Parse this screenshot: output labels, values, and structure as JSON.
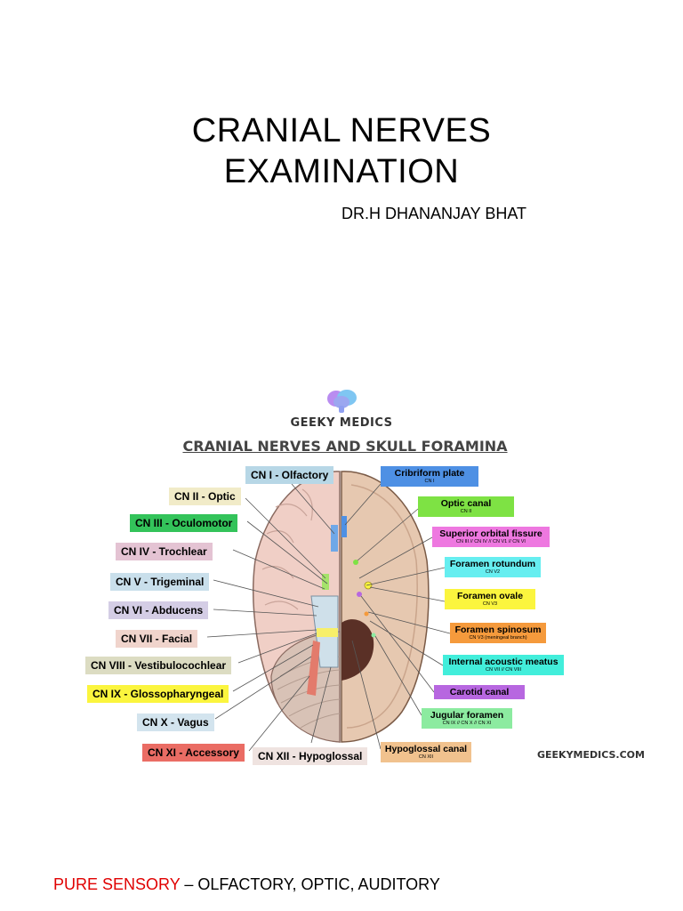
{
  "slide": {
    "title_line1": "CRANIAL NERVES",
    "title_line2": "EXAMINATION",
    "author": "DR.H DHANANJAY BHAT"
  },
  "figure": {
    "brand": "GEEKY MEDICS",
    "heading": "CRANIAL NERVES AND SKULL FORAMINA",
    "website": "GEEKYMEDICS.COM",
    "nerves": [
      {
        "label": "CN I - Olfactory",
        "color": "#b7d7e6"
      },
      {
        "label": "CN II - Optic",
        "color": "#f1ebc8"
      },
      {
        "label": "CN III - Oculomotor",
        "color": "#33c35a"
      },
      {
        "label": "CN IV - Trochlear",
        "color": "#e4c3d3"
      },
      {
        "label": "CN V - Trigeminal",
        "color": "#c9dfeb"
      },
      {
        "label": "CN VI - Abducens",
        "color": "#d4cde5"
      },
      {
        "label": "CN VII - Facial",
        "color": "#f0d4cc"
      },
      {
        "label": "CN VIII - Vestibulocochlear",
        "color": "#dcdcc2"
      },
      {
        "label": "CN IX - Glossopharyngeal",
        "color": "#fbf53e"
      },
      {
        "label": "CN X - Vagus",
        "color": "#d3e4ee"
      },
      {
        "label": "CN XI - Accessory",
        "color": "#ea6c64"
      },
      {
        "label": "CN XII - Hypoglossal",
        "color": "#efe3e0"
      }
    ],
    "foramina": [
      {
        "name": "Cribriform plate",
        "sub": "CN I",
        "color": "#4e90e4"
      },
      {
        "name": "Optic canal",
        "sub": "CN II",
        "color": "#7ee244"
      },
      {
        "name": "Superior orbital fissure",
        "sub": "CN III // CN IV // CN V1 // CN VI",
        "color": "#ee78e0"
      },
      {
        "name": "Foramen rotundum",
        "sub": "CN V2",
        "color": "#66eef0"
      },
      {
        "name": "Foramen ovale",
        "sub": "CN V3",
        "color": "#fbf53e"
      },
      {
        "name": "Foramen spinosum",
        "sub": "CN V3 (meningeal branch)",
        "color": "#f59a3c"
      },
      {
        "name": "Internal acoustic meatus",
        "sub": "CN VII // CN VIII",
        "color": "#42eedb"
      },
      {
        "name": "Carotid canal",
        "sub": "",
        "color": "#b767e0"
      },
      {
        "name": "Jugular foramen",
        "sub": "CN IX // CN X // CN XI",
        "color": "#8ceba0"
      },
      {
        "name": "Hypoglossal canal",
        "sub": "CN XII",
        "color": "#f1c28e"
      }
    ]
  },
  "footer": {
    "highlight": "PURE SENSORY",
    "highlight_color": "#e00000",
    "rest": " – OLFACTORY, OPTIC, AUDITORY"
  }
}
